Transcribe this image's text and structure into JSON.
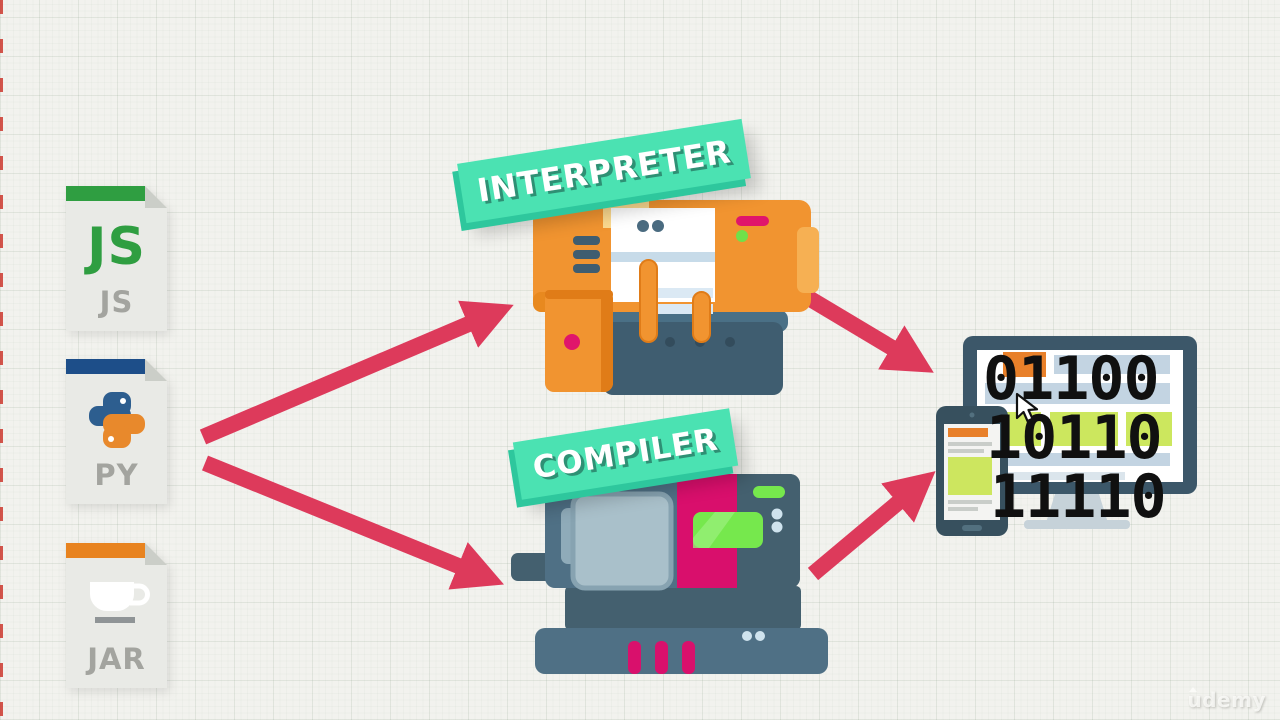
{
  "scene": {
    "description": "Interpreter vs Compiler diagram",
    "watermark_brand": "udemy"
  },
  "source_files": [
    {
      "name": "javascript-file",
      "icon": "js-text",
      "big_label": "JS",
      "ext_label": "JS",
      "bar_color": "#2f9e41"
    },
    {
      "name": "python-file",
      "icon": "python-logo-icon",
      "ext_label": "PY",
      "bar_color": "#1d4e89"
    },
    {
      "name": "java-archive-file",
      "icon": "coffee-cup-icon",
      "ext_label": "JAR",
      "bar_color": "#e8831f"
    }
  ],
  "processors": [
    {
      "name": "interpreter",
      "banner_label": "INTERPRETER",
      "banner_color": "#4be2b2"
    },
    {
      "name": "compiler",
      "banner_label": "COMPILER",
      "banner_color": "#4be2b2"
    }
  ],
  "output_device": {
    "binary_lines": [
      "01100",
      "10110",
      "11110"
    ]
  },
  "palette": {
    "arrow": "#dd3a5b",
    "machine_orange": "#f19430",
    "machine_slate": "#4f7085",
    "accent_magenta": "#e0156b",
    "accent_green": "#71e04a",
    "doc_body": "#e9eae6",
    "label_gray": "#a3a49f",
    "background": "#f2f2ee",
    "edge_tick": "#cc382e"
  }
}
